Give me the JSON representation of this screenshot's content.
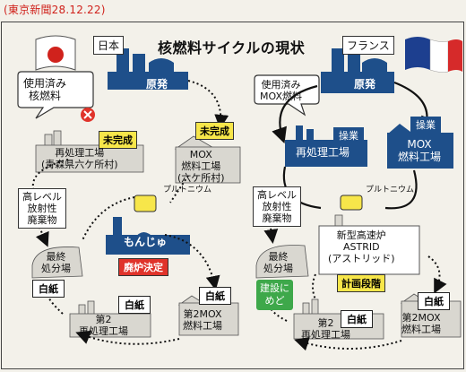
{
  "source_caption": "(東京新聞28.12.22)",
  "title": "核燃料サイクルの現状",
  "colors": {
    "background": "#f3f1ea",
    "plant_blue": "#1e4f8a",
    "gray_building": "#d9d7d0",
    "yellow_tag": "#f7e64a",
    "red_tag": "#e0332a",
    "green_tag": "#3ea84a",
    "caption_red": "#d0221c"
  },
  "japan": {
    "country_label": "日本",
    "flag": "japan-flag",
    "reactor_label": "原発",
    "spent_fuel_label": "使用済み\n核燃料",
    "reprocessing_label": "再処理工場\n(青森県六ケ所村)",
    "reprocessing_status": "未完成",
    "mox_label": "MOX\n燃料工場\n(六ケ所村)",
    "mox_status": "未完成",
    "plutonium_label": "プルトニウム",
    "hlw_label": "高レベル\n放射性\n廃棄物",
    "monju_label": "もんじゅ",
    "monju_status": "廃炉決定",
    "disposal_label": "最終\n処分場",
    "disposal_status": "白紙",
    "second_reprocessing_label": "第2\n再処理工場",
    "second_reprocessing_status": "白紙",
    "second_mox_label": "第2MOX\n燃料工場",
    "second_mox_status": "白紙"
  },
  "france": {
    "country_label": "フランス",
    "flag": "france-flag",
    "reactor_label": "原発",
    "spent_mox_label": "使用済み\nMOX燃料",
    "reprocessing_label": "再処理工場",
    "reprocessing_status": "操業",
    "mox_label": "MOX\n燃料工場",
    "mox_status": "操業",
    "plutonium_label": "プルトニウム",
    "hlw_label": "高レベル\n放射性\n廃棄物",
    "astrid_label": "新型高速炉\nASTRID\n(アストリッド)",
    "astrid_status": "計画段階",
    "disposal_label": "最終\n処分場",
    "disposal_status": "建設に\nめど",
    "second_reprocessing_label": "第2\n再処理工場",
    "second_reprocessing_status": "白紙",
    "second_mox_label": "第2MOX\n燃料工場",
    "second_mox_status": "白紙"
  }
}
